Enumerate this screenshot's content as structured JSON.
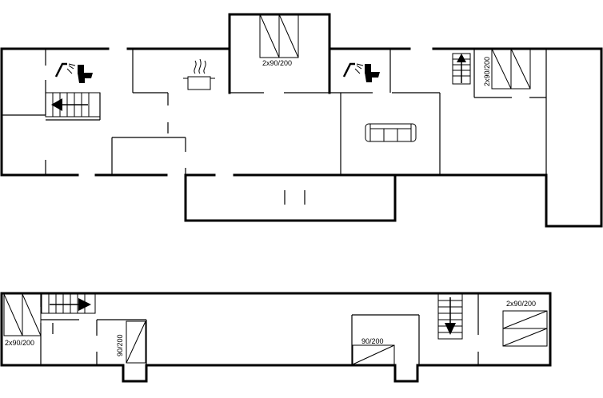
{
  "floors": [
    {
      "name": "",
      "beds": [
        {
          "label": "2x90/200",
          "icon": "double-bed-icon"
        },
        {
          "label": "2x90/200",
          "icon": "double-bed-icon"
        }
      ],
      "icons": [
        "shower-icon",
        "toilet-icon",
        "kitchen-pot-icon",
        "shower-icon",
        "toilet-icon",
        "sofa-icon",
        "stair-down-arrow-icon",
        "stair-up-arrow-icon"
      ]
    },
    {
      "name": "",
      "beds": [
        {
          "label": "2x90/200",
          "icon": "double-bed-icon"
        },
        {
          "label": "90/200",
          "icon": "single-bed-icon"
        },
        {
          "label": "90/200",
          "icon": "single-bed-icon"
        },
        {
          "label": "2x90/200",
          "icon": "double-bed-icon"
        }
      ],
      "icons": [
        "stair-right-arrow-icon",
        "stair-down-arrow-icon"
      ]
    }
  ],
  "colors": {
    "wall": "#000000",
    "background": "#ffffff"
  }
}
